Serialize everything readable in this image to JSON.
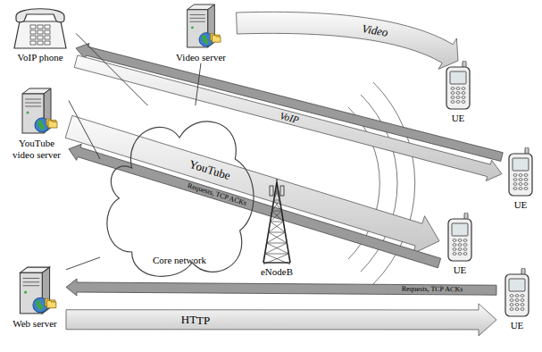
{
  "diagram": {
    "nodes": [
      {
        "text": [
          "VoIP phone"
        ]
      },
      {
        "text": [
          "Video server"
        ]
      },
      {
        "text": [
          "YouTube video server"
        ]
      },
      {
        "text": [
          "Core network"
        ]
      },
      {
        "text": [
          "eNodeB"
        ]
      },
      {
        "text": [
          "Web server"
        ]
      },
      {
        "text": [
          "UE"
        ]
      },
      {
        "text": [
          "UE"
        ]
      },
      {
        "text": [
          "UE"
        ]
      },
      {
        "text": [
          "UE"
        ]
      }
    ],
    "edges": [
      {
        "from": 1,
        "to": 6,
        "arrow": "to",
        "label": "Video"
      },
      {
        "from": 7,
        "to": 0,
        "arrow": "to"
      },
      {
        "from": 0,
        "to": 7,
        "arrow": "to",
        "label": "VoIP"
      },
      {
        "from": 2,
        "to": 8,
        "arrow": "to",
        "label": "YouTube"
      },
      {
        "from": 8,
        "to": 2,
        "arrow": "to",
        "label": "Requests, TCP ACKs"
      },
      {
        "from": 9,
        "to": 5,
        "arrow": "to",
        "label": "Requests, TCP ACKs"
      },
      {
        "from": 5,
        "to": 9,
        "arrow": "to",
        "label": "HTTP"
      },
      {
        "from": 0,
        "to": 3,
        "arrow": "none"
      },
      {
        "from": 1,
        "to": 3,
        "arrow": "none"
      },
      {
        "from": 2,
        "to": 3,
        "arrow": "none"
      },
      {
        "from": 5,
        "to": 3,
        "arrow": "none"
      }
    ]
  }
}
